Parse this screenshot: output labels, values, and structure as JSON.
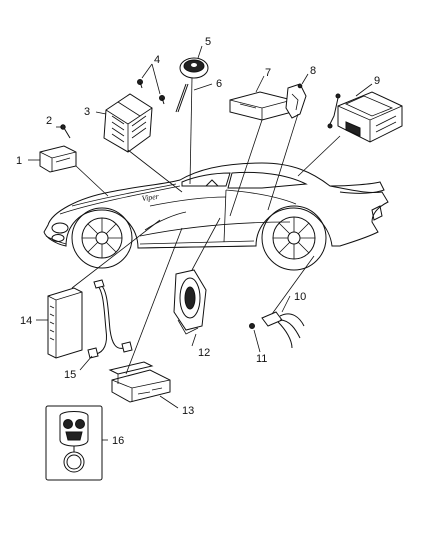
{
  "diagram": {
    "callouts": [
      {
        "id": "1",
        "part": "module-left-front"
      },
      {
        "id": "2",
        "part": "screw"
      },
      {
        "id": "3",
        "part": "control-module"
      },
      {
        "id": "4",
        "part": "bolt"
      },
      {
        "id": "5",
        "part": "horn"
      },
      {
        "id": "6",
        "part": "antenna-lead"
      },
      {
        "id": "7",
        "part": "amplifier"
      },
      {
        "id": "8",
        "part": "bracket"
      },
      {
        "id": "9",
        "part": "computer-module"
      },
      {
        "id": "10",
        "part": "harness"
      },
      {
        "id": "11",
        "part": "nut"
      },
      {
        "id": "12",
        "part": "speaker"
      },
      {
        "id": "13",
        "part": "receiver-module"
      },
      {
        "id": "14",
        "part": "radio"
      },
      {
        "id": "15",
        "part": "cable"
      },
      {
        "id": "16",
        "part": "key-fob-transmitter"
      }
    ]
  }
}
